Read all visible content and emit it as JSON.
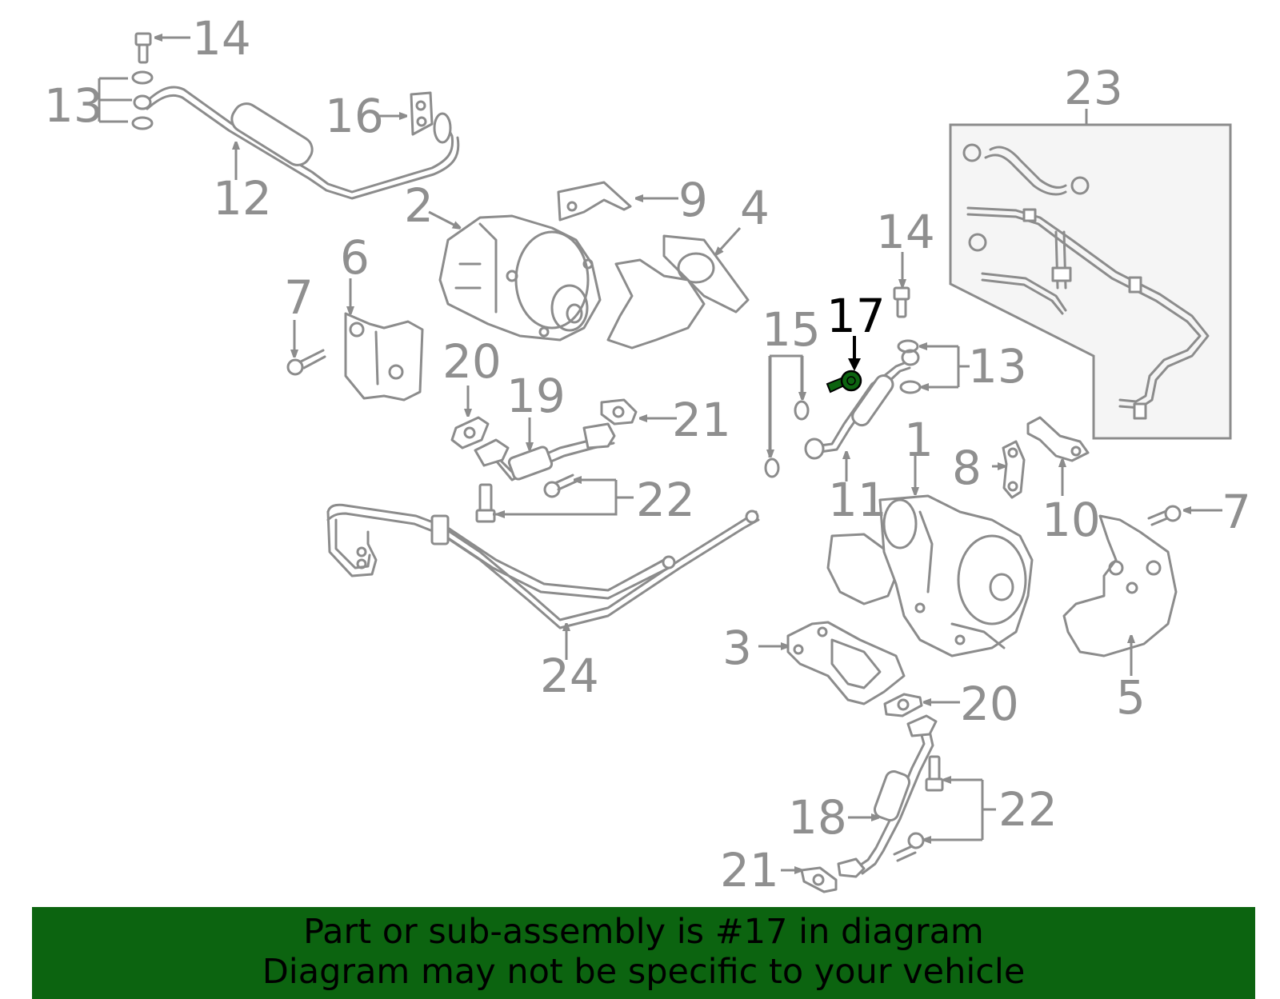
{
  "colors": {
    "line": "#8c8c8c",
    "highlight": "#0c6410",
    "banner_bg": "#0c6410",
    "inset_bg": "#f5f5f5"
  },
  "callouts": {
    "c14a": "14",
    "c13a": "13",
    "c16": "16",
    "c12": "12",
    "c2": "2",
    "c9": "9",
    "c4": "4",
    "c23": "23",
    "c14b": "14",
    "c6": "6",
    "c7a": "7",
    "c17": "17",
    "c15": "15",
    "c13b": "13",
    "c20a": "20",
    "c19": "19",
    "c21a": "21",
    "c1": "1",
    "c8": "8",
    "c11": "11",
    "c10": "10",
    "c7b": "7",
    "c22a": "22",
    "c24": "24",
    "c3": "3",
    "c5": "5",
    "c20b": "20",
    "c22b": "22",
    "c18": "18",
    "c21b": "21"
  },
  "highlighted_part": "17",
  "banner": {
    "line1": "Part or sub-assembly is #17 in diagram",
    "line2": "Diagram may not be specific to your vehicle"
  }
}
